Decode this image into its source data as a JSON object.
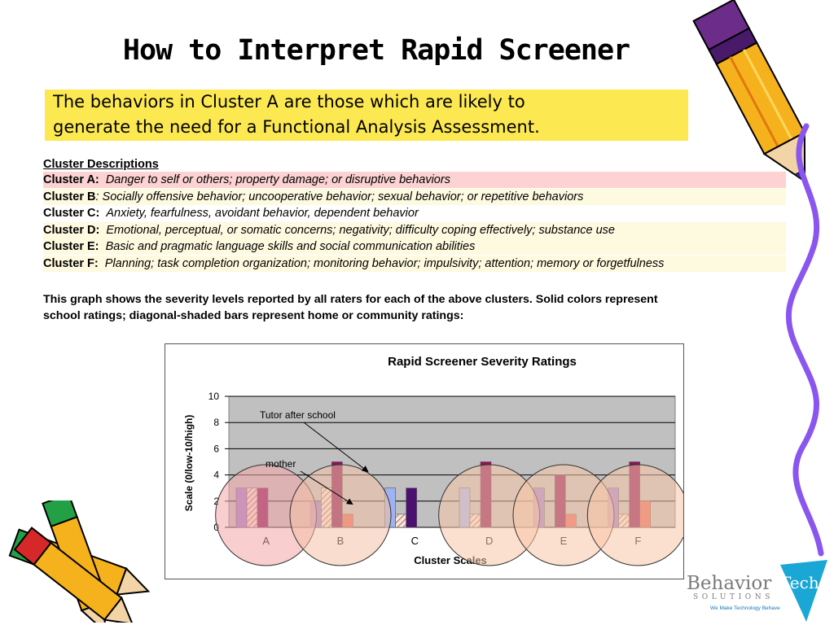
{
  "page": {
    "title": "How to Interpret Rapid Screener",
    "callout_lines": [
      "The behaviors in Cluster A are those which are likely to",
      "generate the need for a Functional Analysis Assessment."
    ]
  },
  "descriptions": {
    "heading": "Cluster Descriptions",
    "rows": [
      {
        "name": "Cluster A:",
        "text": "Danger to self or others; property damage; or disruptive behaviors",
        "bg": "#fcd2d2"
      },
      {
        "name": "Cluster B",
        "text": ":   Socially offensive behavior; uncooperative behavior; sexual behavior; or repetitive behaviors",
        "bg": "#fdfae0"
      },
      {
        "name": "Cluster C:",
        "text": "Anxiety, fearfulness, avoidant behavior, dependent behavior",
        "bg": "#ffffff"
      },
      {
        "name": "Cluster D:",
        "text": "Emotional, perceptual, or somatic concerns; negativity; difficulty coping effectively; substance use",
        "bg": "#fdfae0"
      },
      {
        "name": "Cluster E:",
        "text": "Basic and pragmatic language skills and social communication abilities",
        "bg": "#fdfae0"
      },
      {
        "name": "Cluster F:",
        "text": "Planning; task completion organization; monitoring behavior; impulsivity; attention; memory or forgetfulness",
        "bg": "#fdfae0"
      }
    ],
    "intro_lines": [
      "This graph shows the severity levels reported by all raters for each of the above clusters.  Solid colors represent",
      "school ratings; diagonal-shaded bars represent home or community ratings:"
    ]
  },
  "chart_data": {
    "type": "bar",
    "title": "Rapid Screener Severity Ratings",
    "xlabel": "Cluster Scales",
    "ylabel": "Scale (0/low-10/high)",
    "ylim": [
      0,
      10
    ],
    "yticks": [
      "0",
      "2",
      "4",
      "6",
      "8",
      "10"
    ],
    "categories": [
      "A",
      "B",
      "C",
      "D",
      "E",
      "F"
    ],
    "grid": true,
    "series": [
      {
        "color": "#9b7fd0",
        "pattern": "solid",
        "values": [
          3,
          2,
          3,
          3,
          3,
          3
        ]
      },
      {
        "color": "#c9a6a0",
        "pattern": "hatched",
        "values": [
          3,
          3,
          1,
          1,
          0,
          1
        ]
      },
      {
        "color": "#8b1559",
        "pattern": "solid",
        "values": [
          3,
          5,
          3,
          5,
          4,
          5
        ]
      },
      {
        "color": "#e8675a",
        "pattern": "solid",
        "values": [
          0,
          1,
          0,
          0,
          1,
          2
        ]
      }
    ],
    "bar_colors": {
      "C": [
        "#9db3f2",
        "#e7e7e7",
        "#4a1170",
        "#000000"
      ],
      "D": [
        "#9db3f2",
        "#e9c7b9",
        "#8b1559",
        "#000000"
      ]
    },
    "annotations": [
      {
        "text": "Tutor after school",
        "category": "B",
        "value": 5
      },
      {
        "text": "mother",
        "category": "B",
        "value": 3
      }
    ],
    "circles": [
      {
        "category": "A",
        "color": "#f4a6a8"
      },
      {
        "category": "B",
        "color": "#f4c1a6"
      },
      {
        "category": "D",
        "color": "#f9c7a8"
      },
      {
        "category": "E",
        "color": "#f9c7a8"
      },
      {
        "category": "F",
        "color": "#f9c7a8"
      }
    ],
    "plot_bg": "#c0c0c0"
  },
  "logo": {
    "name": "Behavior",
    "name2": "Tech",
    "sub": "SOLUTIONS",
    "tagline": "We Make Technology Behave",
    "accent": "#1aa7d6"
  }
}
